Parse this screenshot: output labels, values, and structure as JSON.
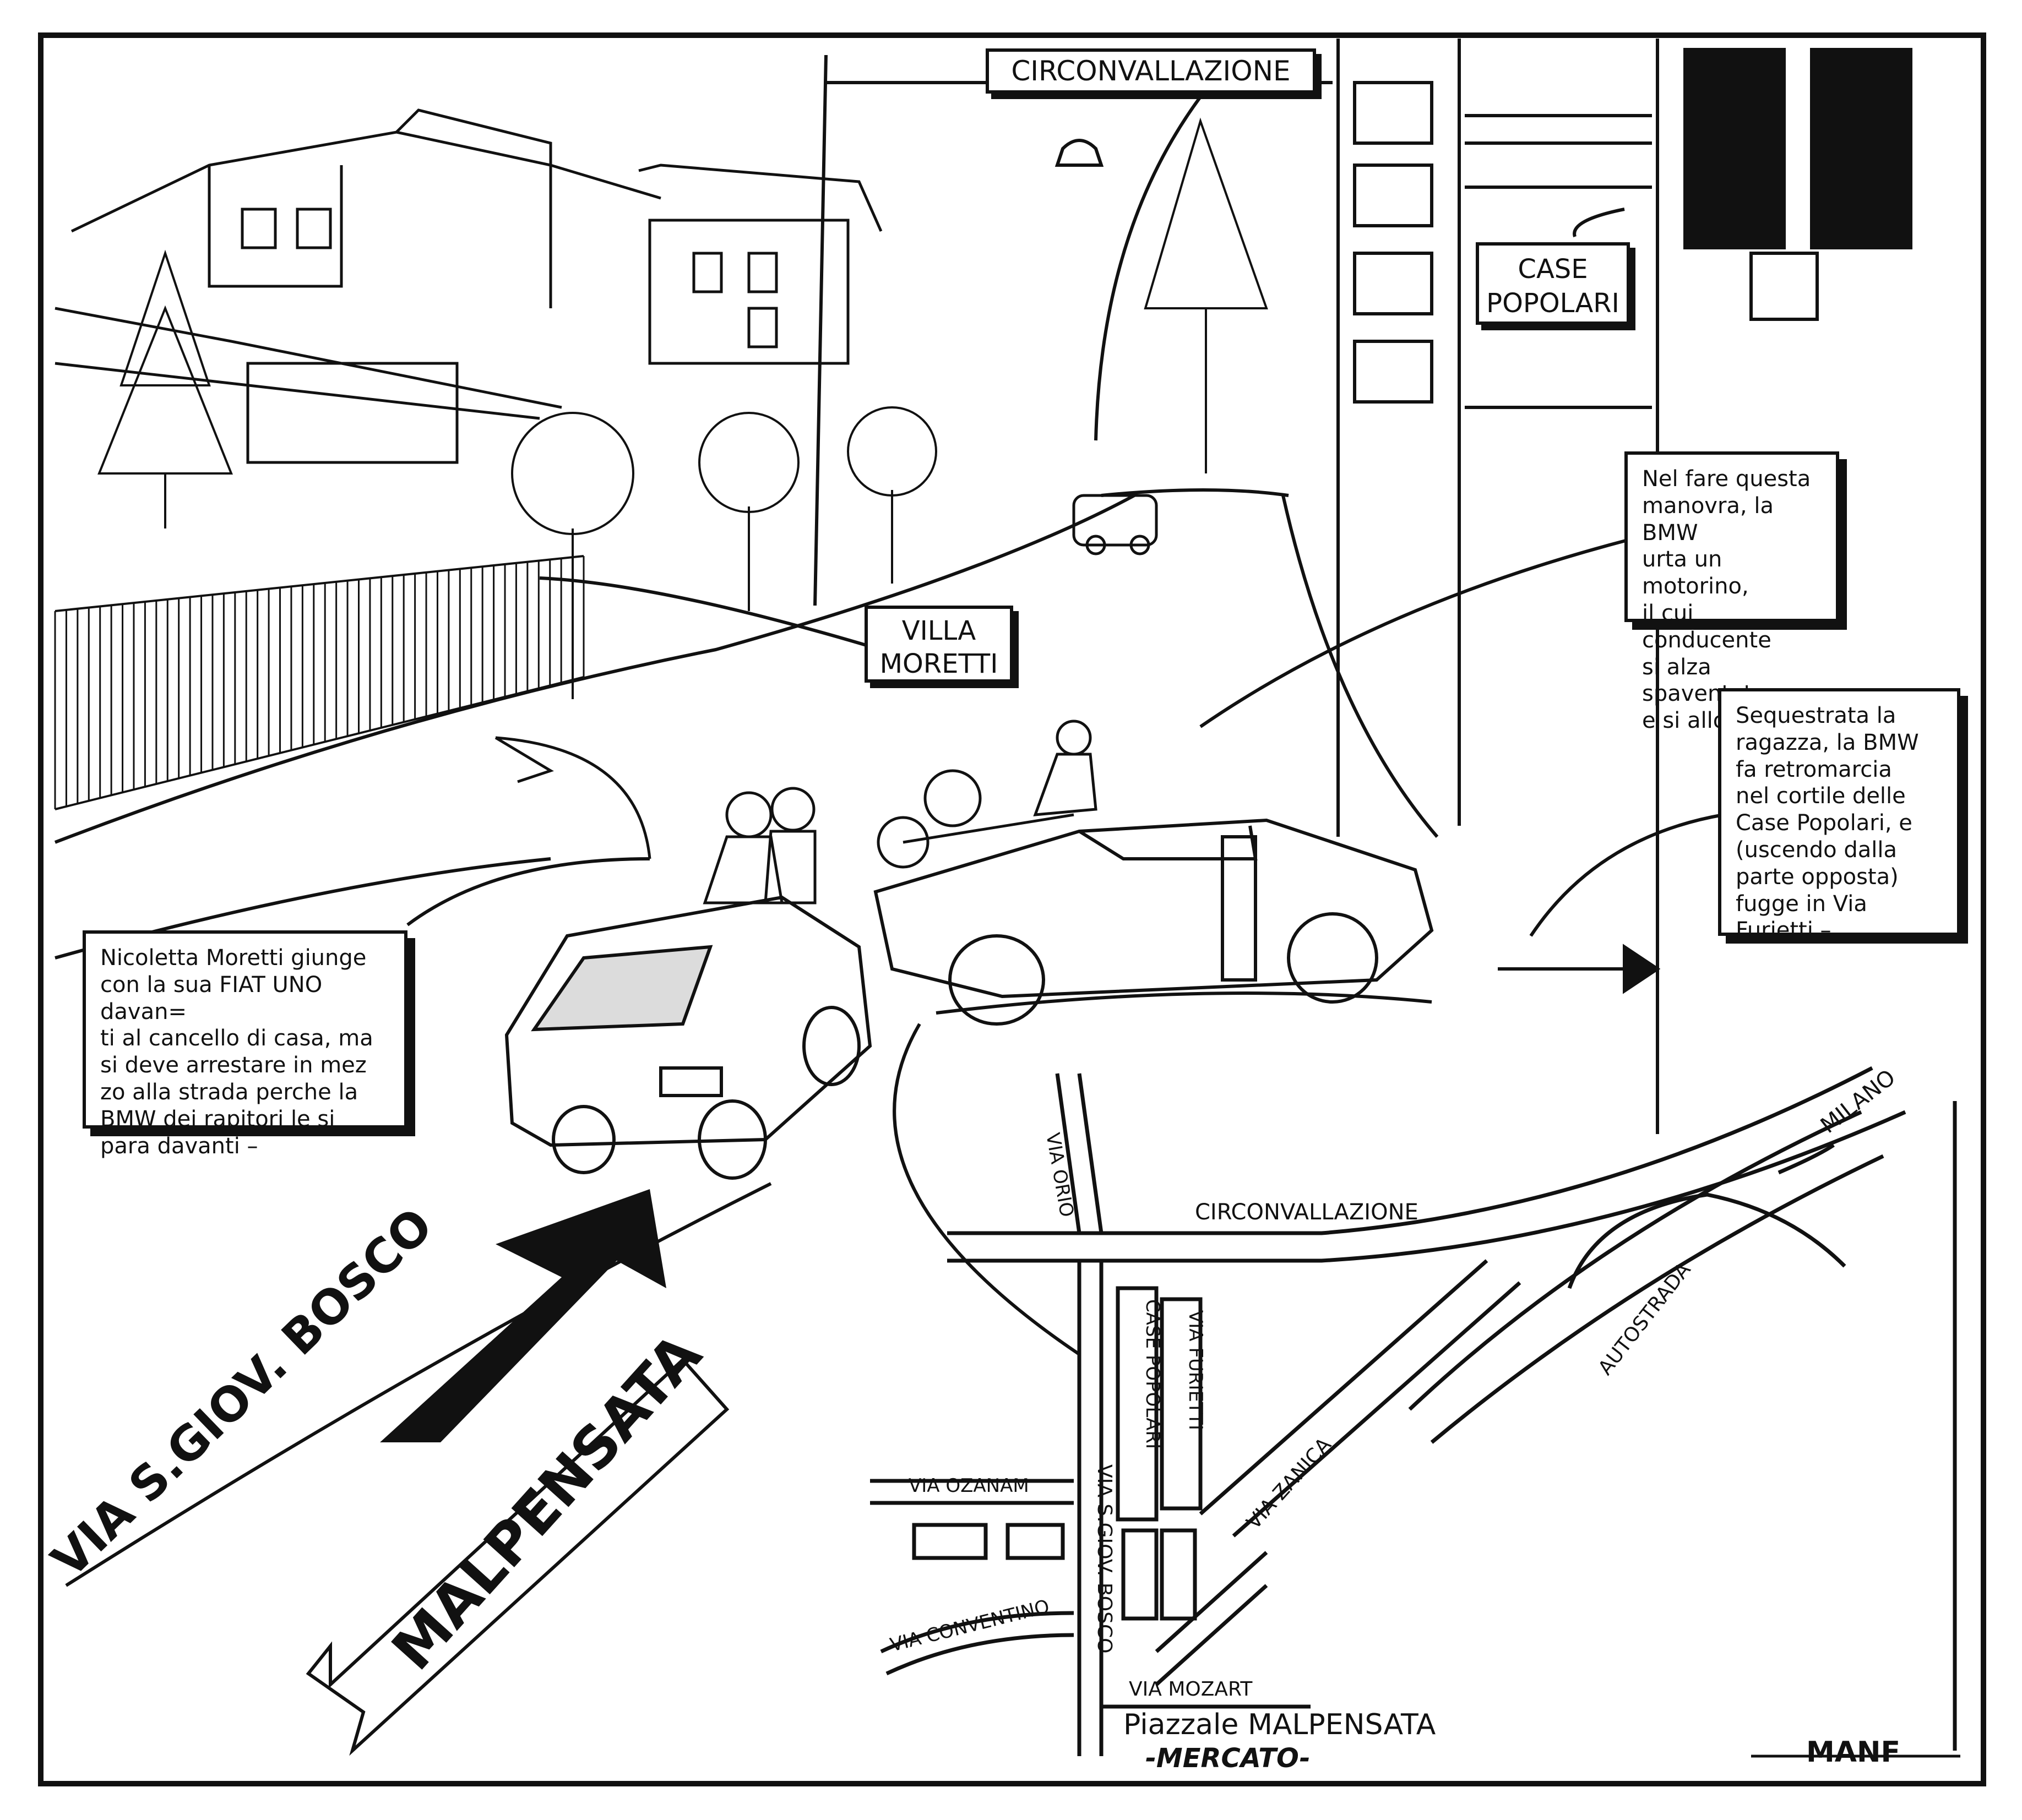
{
  "signs": {
    "circonvallazione": "CIRCONVALLAZIONE",
    "case_popolari": "CASE\nPOPOLARI",
    "villa_moretti": "VILLA\nMORETTI"
  },
  "captions": {
    "nicoletta": "Nicoletta Moretti giunge\ncon la sua FIAT UNO davan=\nti al cancello di casa, ma\nsi deve arrestare in mez\nzo alla strada perche la\nBMW dei rapitori le si\npara davanti –",
    "manovra": "Nel fare questa\nmanovra, la BMW\nurta un motorino,\nil cui conducente\nsi alza spaventato,\ne si allontana –",
    "sequestrata": "Sequestrata la\nragazza, la BMW\nfa retromarcia\nnel cortile delle\nCase Popolari, e\n(uscendo dalla\nparte opposta)\nfugge in Via Furietti –"
  },
  "road_labels": {
    "via_s_giov_bosco": "VIA S.GIOV. BOSCO",
    "malpensata": "MALPENSATA"
  },
  "map": {
    "via_orio": "VIA ORIO",
    "circonvallazione": "CIRCONVALLAZIONE",
    "milano": "MILANO",
    "autostrada": "AUTOSTRADA",
    "via_zanica": "VIA ZANICA",
    "via_furietti": "VIA FURIETTI",
    "case_popolari": "CASE POPOLARI",
    "via_s_giov_bosco": "VIA S.GIOV. BOSCO",
    "via_ozanam": "VIA OZANAM",
    "via_conventino": "VIA CONVENTINO",
    "via_mozart": "VIA MOZART",
    "piazzale": "Piazzale MALPENSATA",
    "mercato": "-MERCATO-"
  },
  "signature": "MANF",
  "colors": {
    "ink": "#111111",
    "paper": "#ffffff"
  }
}
